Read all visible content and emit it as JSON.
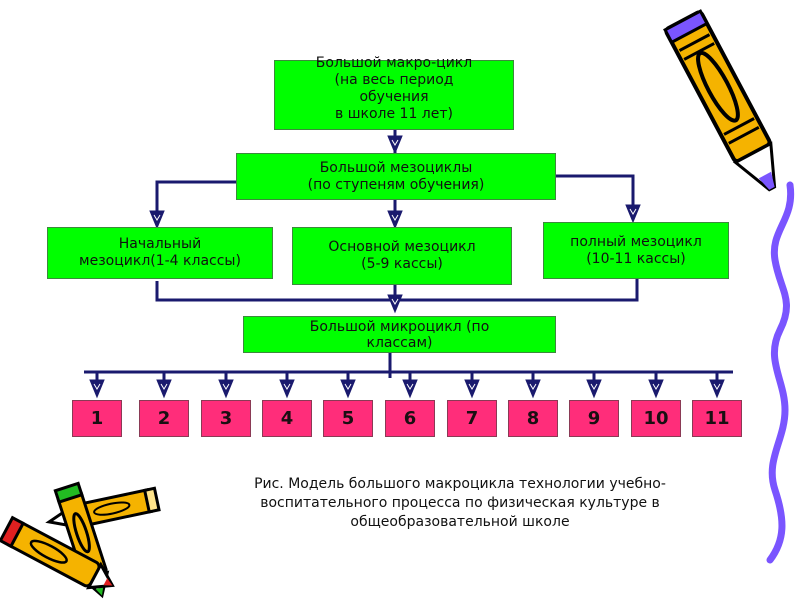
{
  "diagram": {
    "macro_cycle": {
      "lines": [
        "Большой макро-цикл",
        "(на весь период",
        "обучения",
        "в школе 11 лет)"
      ]
    },
    "meso_cycles": {
      "lines": [
        "Большой мезоциклы",
        "(по ступеням обучения)"
      ]
    },
    "stages": [
      {
        "lines": [
          "Начальный",
          "мезоцикл(1-4 классы)"
        ]
      },
      {
        "lines": [
          "Основной мезоцикл",
          "(5-9 кассы)"
        ]
      },
      {
        "lines": [
          "полный мезоцикл",
          "(10-11 кассы)"
        ]
      }
    ],
    "micro_cycle": {
      "lines": [
        "Большой микроцикл (по",
        "классам)"
      ]
    },
    "grades": [
      "1",
      "2",
      "3",
      "4",
      "5",
      "6",
      "7",
      "8",
      "9",
      "10",
      "11"
    ]
  },
  "caption": {
    "lines": [
      "Рис. Модель большого макроцикла технологии учебно-",
      "воспитательного процесса по физическая культуре в",
      "общеобразовательной школе"
    ]
  },
  "colors": {
    "box_green": "#00ff00",
    "box_pink": "#ff2d7a",
    "connector": "#1a1a6e",
    "pencil_yellow": "#f5b300",
    "pencil_purple": "#7a55ff"
  }
}
